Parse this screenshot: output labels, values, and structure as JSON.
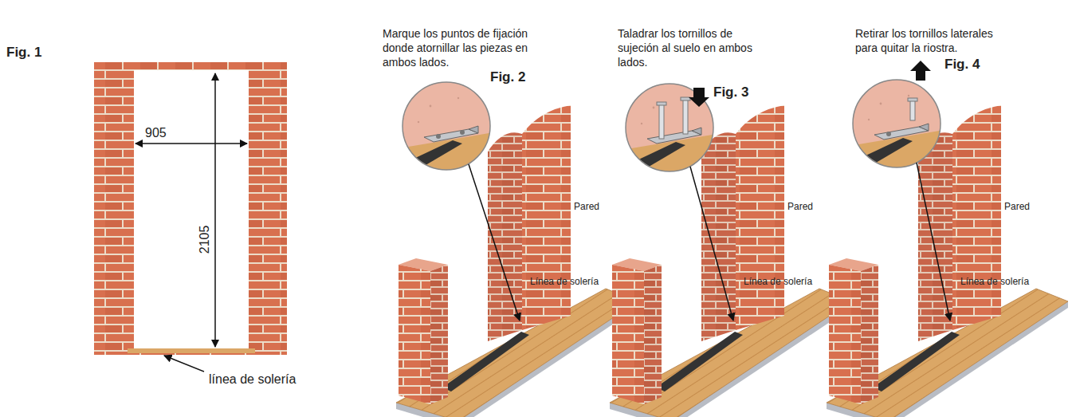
{
  "diagram": {
    "labels": [
      "Fig. 1",
      "905",
      "2105",
      "línea de solería",
      "Marque los puntos de fijación donde atornillar las piezas en ambos lados.",
      "Fig. 2",
      "Pared",
      "Línea de solería",
      "Taladrar los tornillos de sujeción al suelo en ambos lados.",
      "Fig. 3",
      "Pared",
      "Línea de solería",
      "Retirar los tornillos laterales para quitar la riostra.",
      "Fig. 4",
      "Pared",
      "Línea de solería"
    ]
  }
}
